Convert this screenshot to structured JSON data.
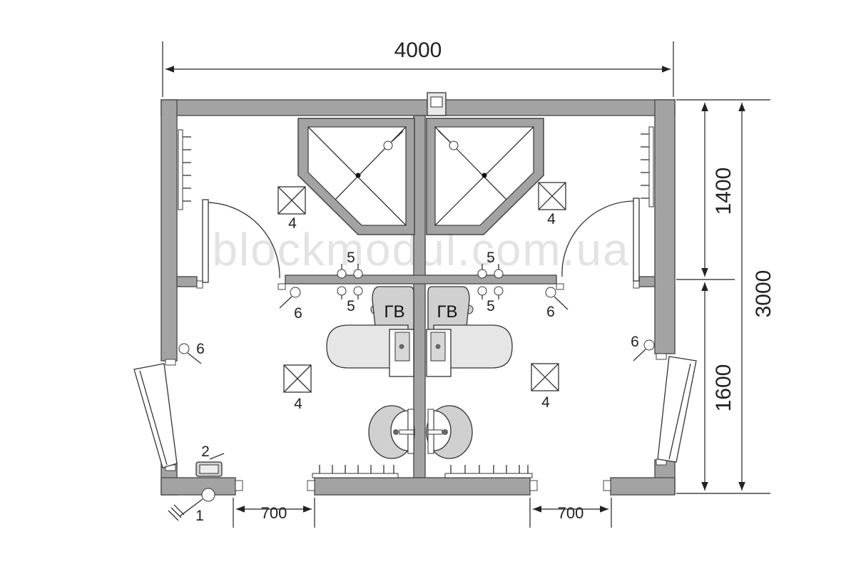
{
  "dimensions": {
    "total_width": "4000",
    "total_height": "3000",
    "upper_height": "1400",
    "lower_height": "1600",
    "door_left": "700",
    "door_right": "700"
  },
  "watermark": "blockmodul.com.ua",
  "fixtures": {
    "water_heater_label": "ГВ"
  },
  "callouts": {
    "c1": "1",
    "c2": "2",
    "c4": "4",
    "c5": "5",
    "c6": "6"
  },
  "colors": {
    "wall_fill": "#a3a3a3",
    "fixture_fill": "#d0d0d0",
    "line": "#333333"
  }
}
